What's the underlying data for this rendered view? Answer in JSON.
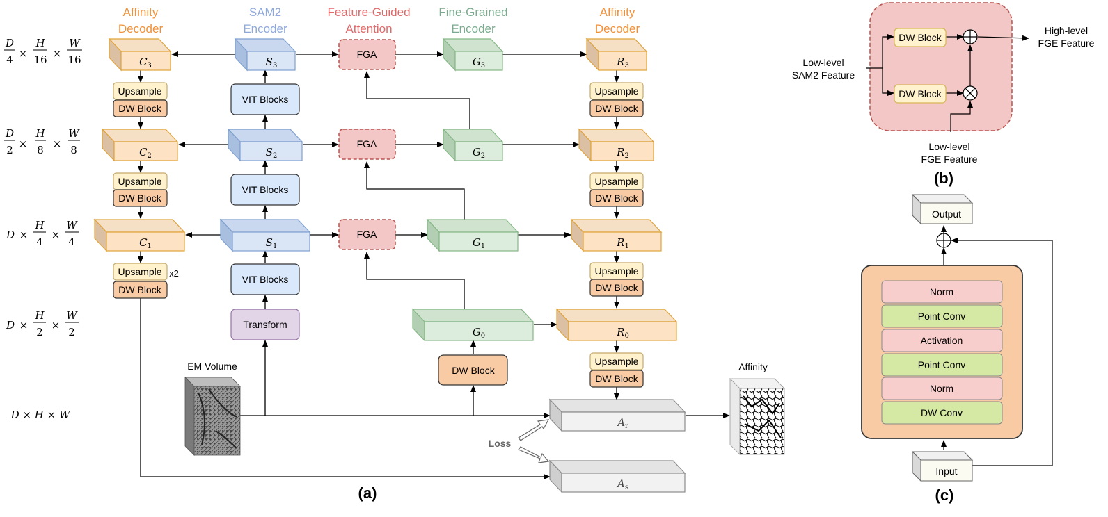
{
  "headers": {
    "affinity_decoder_left": [
      "Affinity",
      "Decoder"
    ],
    "sam2_encoder": [
      "SAM2",
      "Encoder"
    ],
    "fga": [
      "Feature-Guided",
      "Attention"
    ],
    "fge": [
      "Fine-Grained",
      "Encoder"
    ],
    "affinity_decoder_right": [
      "Affinity",
      "Decoder"
    ]
  },
  "colors": {
    "orange_text": "#f0913a",
    "blue_text": "#8ea9db",
    "red_text": "#e06a6a",
    "green_text": "#7bab8e"
  },
  "dims": {
    "row3": {
      "a": "D",
      "b": "4",
      "c": "H",
      "d": "16",
      "e": "W",
      "f": "16"
    },
    "row2": {
      "a": "D",
      "b": "2",
      "c": "H",
      "d": "8",
      "e": "W",
      "f": "8"
    },
    "row1": {
      "a": "D",
      "c": "H",
      "d": "4",
      "e": "W",
      "f": "4"
    },
    "row0": {
      "a": "D",
      "c": "H",
      "d": "2",
      "e": "W",
      "f": "2"
    },
    "full": "D × H × W"
  },
  "sym": {
    "C3": "C",
    "C3s": "3",
    "C2": "C",
    "C2s": "2",
    "C1": "C",
    "C1s": "1",
    "S3": "S",
    "S3s": "3",
    "S2": "S",
    "S2s": "2",
    "S1": "S",
    "S1s": "1",
    "G3": "G",
    "G3s": "3",
    "G2": "G",
    "G2s": "2",
    "G1": "G",
    "G1s": "1",
    "G0": "G",
    "G0s": "0",
    "R3": "R",
    "R3s": "3",
    "R2": "R",
    "R2s": "2",
    "R1": "R",
    "R1s": "1",
    "R0": "R",
    "R0s": "0",
    "Ar": "A",
    "Ars": "r",
    "As": "A",
    "Ass": "s"
  },
  "labels": {
    "upsample": "Upsample",
    "dw_block": "DW Block",
    "vit_blocks": "VIT Blocks",
    "transform": "Transform",
    "fga": "FGA",
    "x2": "x2",
    "em_volume": "EM Volume",
    "affinity": "Affinity",
    "loss": "Loss",
    "caption_a": "(a)",
    "caption_b": "(b)",
    "caption_c": "(c)"
  },
  "panel_b": {
    "dw_block": "DW Block",
    "low_sam2": [
      "Low-level",
      "SAM2 Feature"
    ],
    "high_fge": [
      "High-level",
      "FGE Feature"
    ],
    "low_fge": [
      "Low-level",
      "FGE Feature"
    ]
  },
  "panel_c": {
    "output": "Output",
    "input": "Input",
    "layers": [
      "Norm",
      "Point Conv",
      "Activation",
      "Point Conv",
      "Norm",
      "DW Conv"
    ]
  }
}
